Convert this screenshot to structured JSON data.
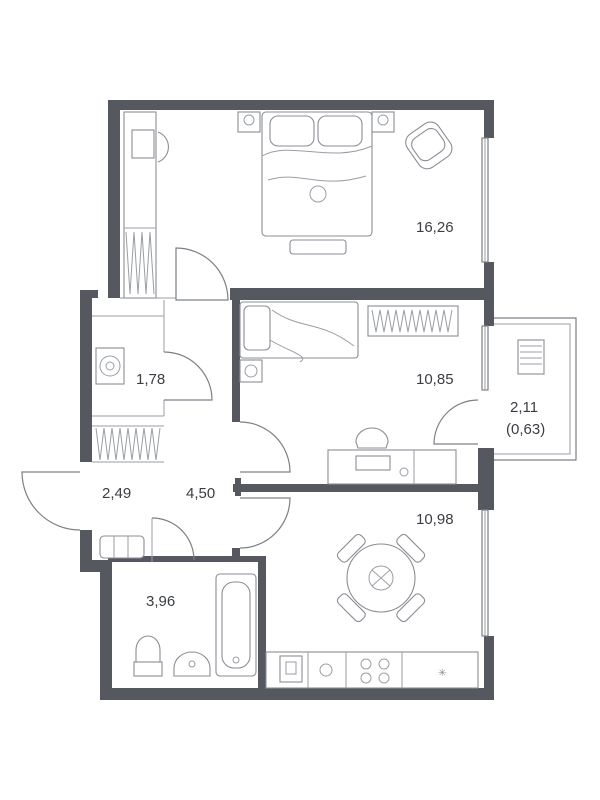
{
  "plan": {
    "rooms": [
      {
        "id": "bedroom",
        "area": "16,26"
      },
      {
        "id": "bathroom",
        "area": "1,78"
      },
      {
        "id": "bedroom2",
        "area": "10,85"
      },
      {
        "id": "balcony",
        "area": "2,11"
      },
      {
        "id": "balcony_reduced",
        "area": "(0,63)"
      },
      {
        "id": "entrance",
        "area": "2,49"
      },
      {
        "id": "corridor",
        "area": "4,50"
      },
      {
        "id": "kitchen_living",
        "area": "10,98"
      },
      {
        "id": "washroom",
        "area": "3,96"
      }
    ],
    "colors": {
      "walls": "#55595f",
      "text": "#3a3d42",
      "lines": "#7c8086"
    }
  }
}
